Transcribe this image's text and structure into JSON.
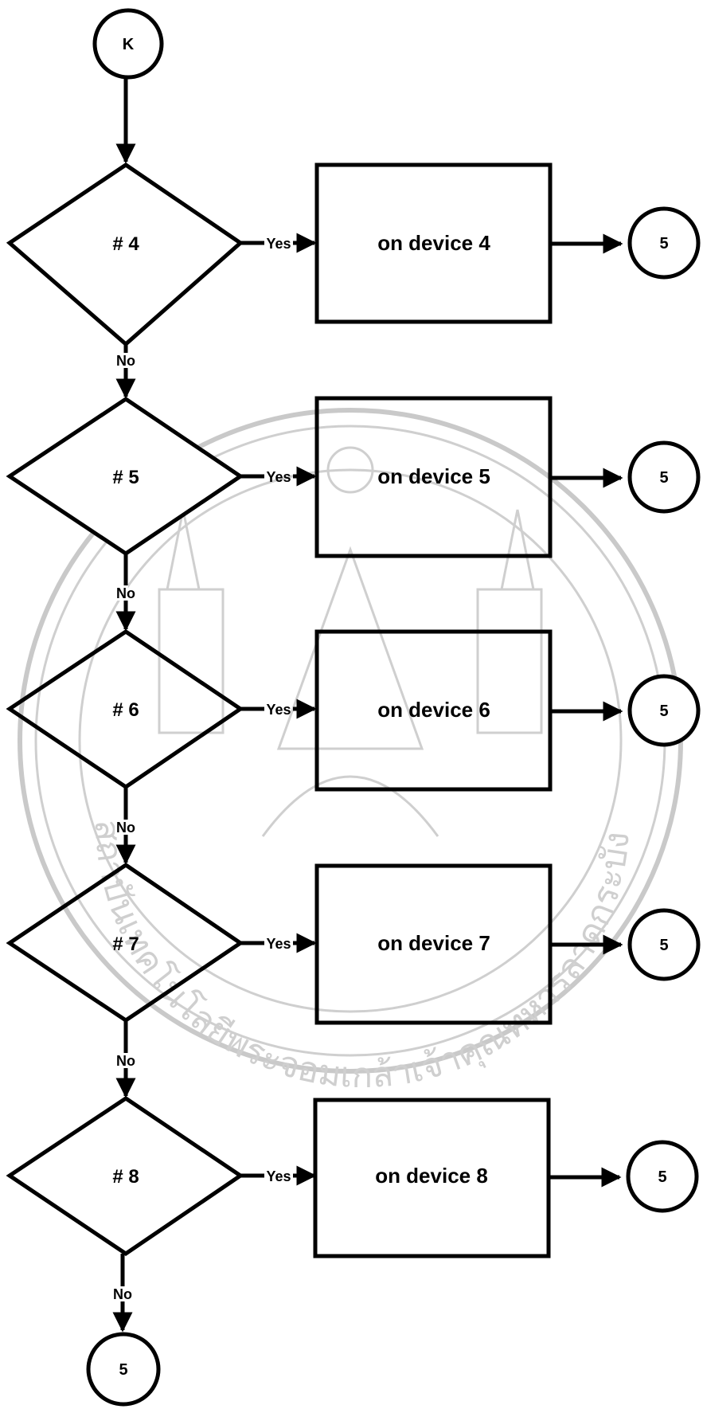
{
  "start": {
    "label": "K"
  },
  "yes_label": "Yes",
  "no_label": "No",
  "decisions": [
    {
      "label": "# 4",
      "action": "on device 4",
      "connector": "5"
    },
    {
      "label": "# 5",
      "action": "on device 5",
      "connector": "5"
    },
    {
      "label": "# 6",
      "action": "on device 6",
      "connector": "5"
    },
    {
      "label": "# 7",
      "action": "on device 7",
      "connector": "5"
    },
    {
      "label": "# 8",
      "action": "on device 8",
      "connector": "5"
    }
  ],
  "end": {
    "label": "5"
  },
  "watermark": {
    "text": "สถาบันเทคโนโลยีพระจอมเกล้าเจ้าคุณทหารลาดกระบัง"
  }
}
